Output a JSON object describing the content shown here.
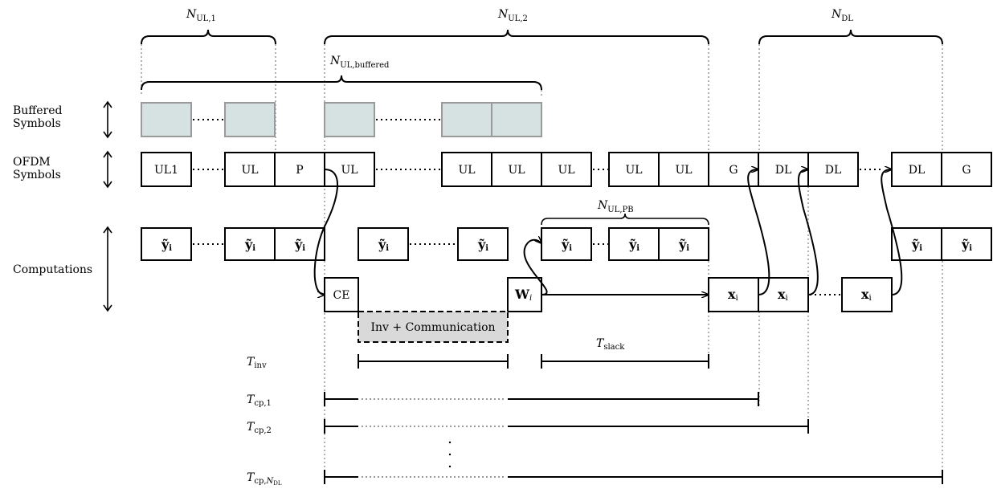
{
  "row_labels": {
    "buffered": [
      "Buffered",
      "Symbols"
    ],
    "ofdm": [
      "OFDM",
      "Symbols"
    ],
    "computations": "Computations"
  },
  "braces": {
    "n_ul1": {
      "main": "N",
      "sub": "UL,1"
    },
    "n_ul2": {
      "main": "N",
      "sub": "UL,2"
    },
    "n_dl": {
      "main": "N",
      "sub": "DL"
    },
    "n_ul_buffered": {
      "main": "N",
      "sub": "UL,buffered"
    },
    "n_ul_pb": {
      "main": "N",
      "sub": "UL,PB"
    }
  },
  "ofdm_symbols": [
    "UL1",
    "UL",
    "P",
    "UL",
    "UL",
    "UL",
    "UL",
    "UL",
    "UL",
    "G",
    "DL",
    "DL",
    "DL",
    "G"
  ],
  "computation_labels": {
    "y": "ỹ",
    "y_sub": "i",
    "ce": "CE",
    "w": "W",
    "w_sub": "i",
    "x": "x",
    "x_sub": "i",
    "inv": "Inv + Communication"
  },
  "timing": {
    "t_inv": {
      "main": "T",
      "sub": "inv"
    },
    "t_slack": {
      "main": "T",
      "sub": "slack"
    },
    "t_cp1": {
      "main": "T",
      "sub": "cp,1"
    },
    "t_cp2": {
      "main": "T",
      "sub": "cp,2"
    },
    "t_cpN": {
      "main": "T",
      "sub": "cp,",
      "subsub": "DL",
      "subsub_prefix": "N"
    }
  },
  "colors": {
    "buffer_fill": "#d6e2e2",
    "buffer_stroke": "#9a9a9a",
    "inv_fill": "#d9d9d9",
    "guide_line": "#999999"
  }
}
